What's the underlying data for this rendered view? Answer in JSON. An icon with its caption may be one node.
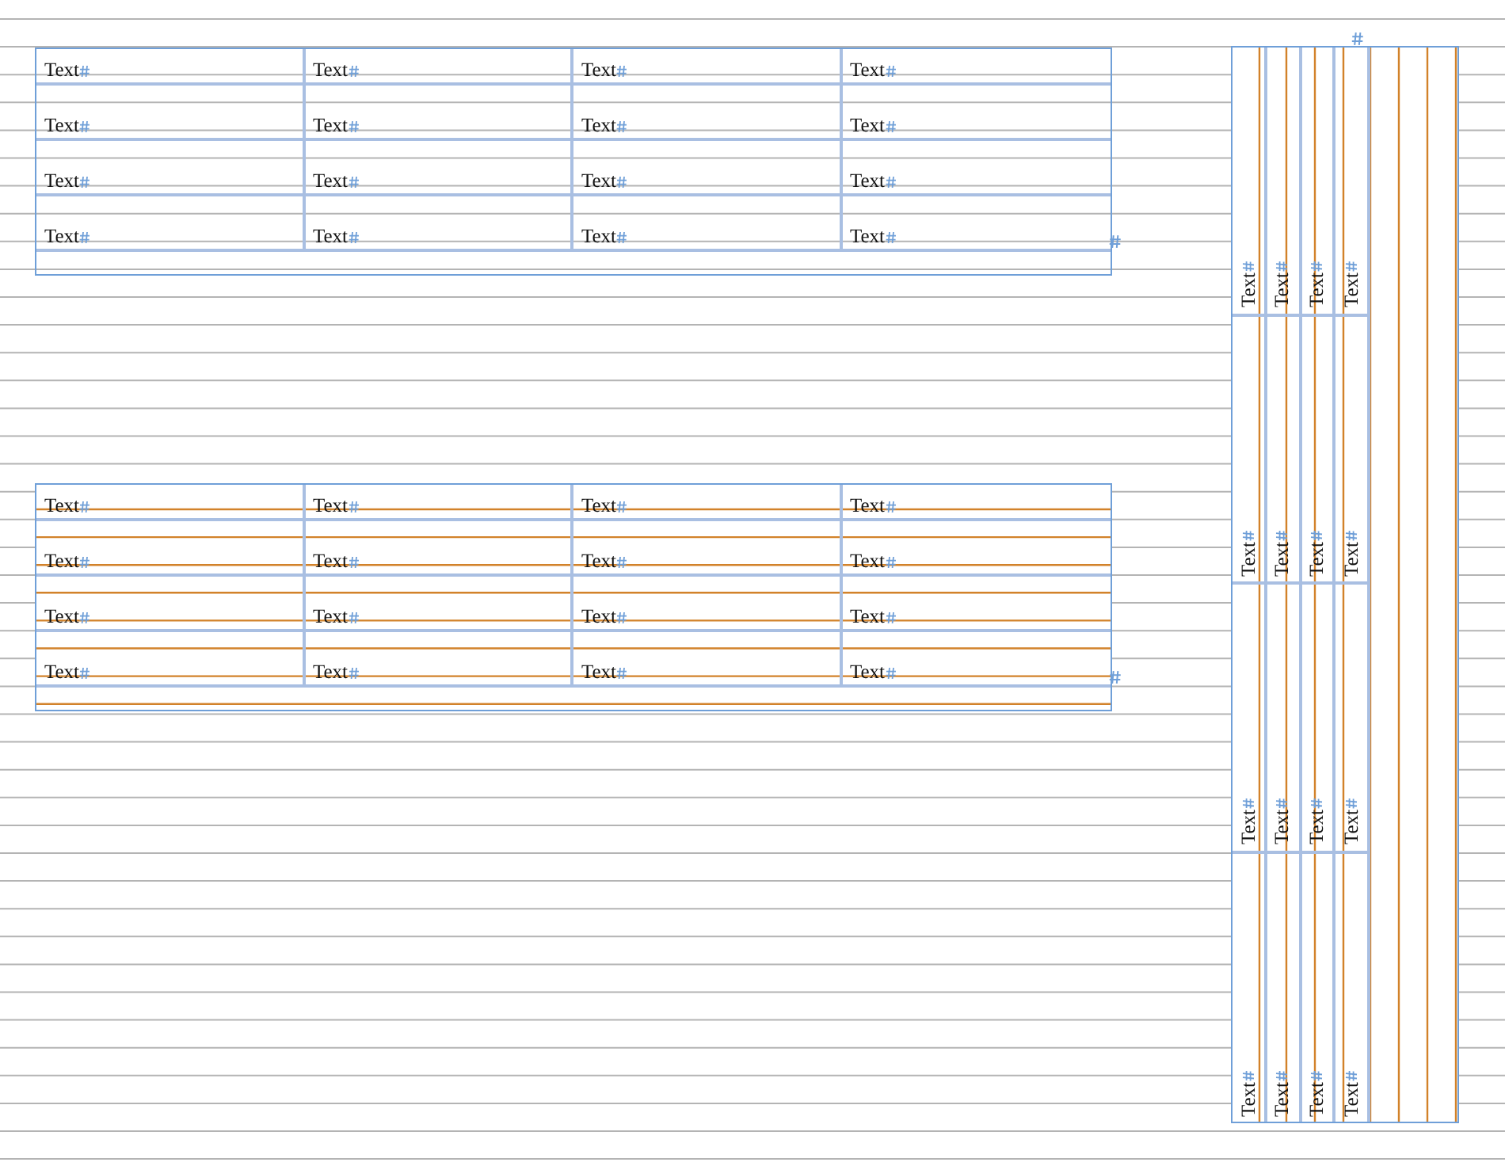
{
  "diagram": {
    "labels": [
      "Text",
      "Text",
      "Text",
      "Text",
      "Text",
      "Text",
      "Text",
      "Text",
      "Text",
      "Text",
      "Text",
      "Text",
      "Text",
      "Text",
      "Text",
      "Text",
      "Text",
      "Text",
      "Text",
      "Text",
      "Text",
      "Text",
      "Text",
      "Text",
      "Text",
      "Text",
      "Text",
      "Text",
      "Text",
      "Text",
      "Text",
      "Text",
      "Text",
      "Text",
      "Text",
      "Text",
      "Text",
      "Text",
      "Text",
      "Text",
      "Text",
      "Text",
      "Text",
      "Text",
      "Text",
      "Text",
      "Text",
      "Text"
    ]
  }
}
